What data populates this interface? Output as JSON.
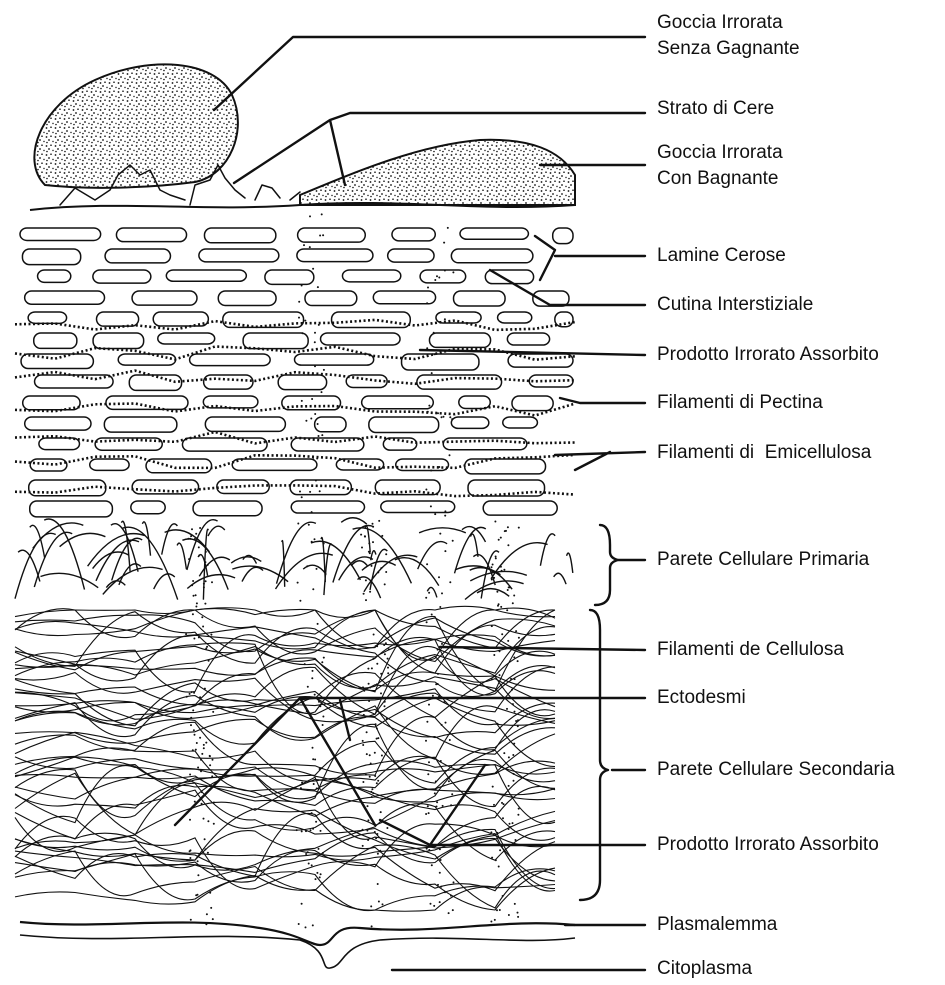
{
  "labels": {
    "goccia_senza": [
      "Goccia Irrorata",
      "Senza Gagnante"
    ],
    "strato_cere": "Strato di Cere",
    "goccia_con": [
      "Goccia Irrorata",
      "Con Bagnante"
    ],
    "lamine_cerose": "Lamine Cerose",
    "cutina": "Cutina Interstiziale",
    "prodotto_1": "Prodotto Irrorato Assorbito",
    "pectina": "Filamenti di Pectina",
    "emicellulosa": "Filamenti di  Emicellulosa",
    "parete_primaria": "Parete Cellulare Primaria",
    "cellulosa": "Filamenti de Cellulosa",
    "ectodesmi": "Ectodesmi",
    "parete_secondaria": "Parete Cellulare Secondaria",
    "prodotto_2": "Prodotto Irrorato Assorbito",
    "plasmalemma": "Plasmalemma",
    "citoplasma": "Citoplasma"
  },
  "colors": {
    "ink": "#111111",
    "paper": "#ffffff"
  }
}
